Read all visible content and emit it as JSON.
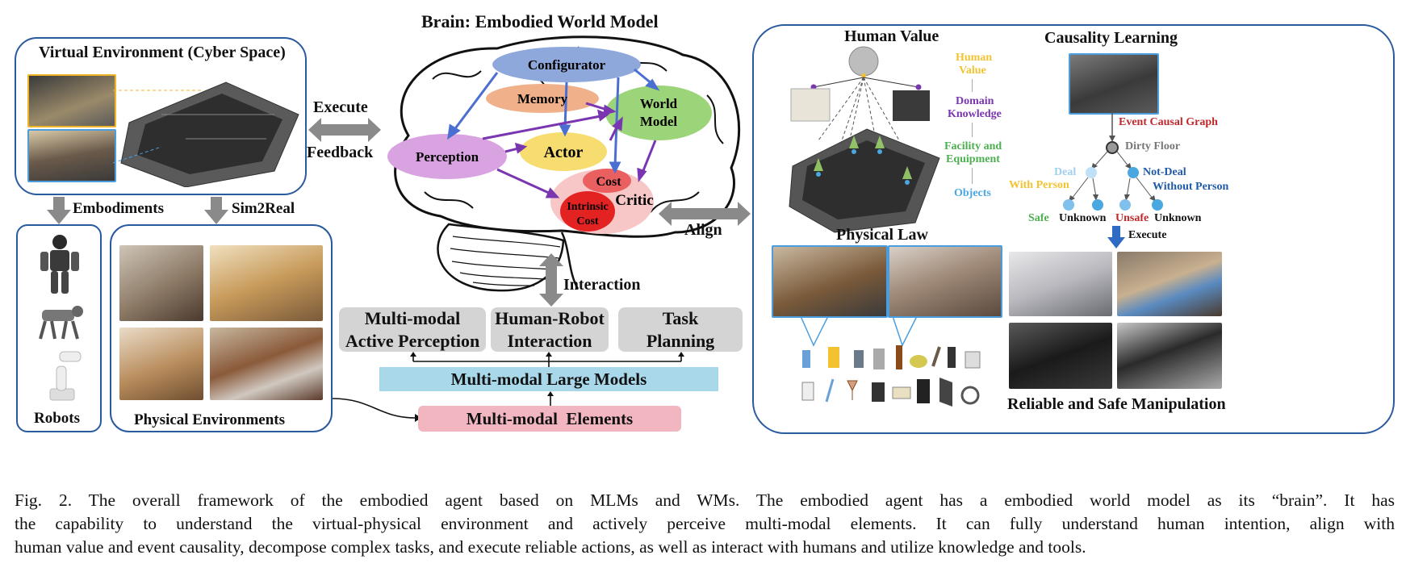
{
  "title": "Brain: Embodied World Model",
  "virtual_env": {
    "title": "Virtual Environment (Cyber Space)"
  },
  "left_arrows": {
    "embodiments": "Embodiments",
    "sim2real": "Sim2Real"
  },
  "robots": {
    "label": "Robots"
  },
  "physical_envs": {
    "label": "Physical Environments"
  },
  "execute_feedback": {
    "execute": "Execute",
    "feedback": "Feedback"
  },
  "brain_nodes": {
    "configurator": "Configurator",
    "memory": "Memory",
    "world_model_1": "World",
    "world_model_2": "Model",
    "perception": "Perception",
    "actor": "Actor",
    "cost": "Cost",
    "critic": "Critic",
    "intrinsic_1": "Intrinsic",
    "intrinsic_2": "Cost"
  },
  "interaction": "Interaction",
  "align": "Align",
  "capabilities": [
    {
      "line1": "Multi-modal",
      "line2": "Active Perception"
    },
    {
      "line1": "Human-Robot",
      "line2": "Interaction"
    },
    {
      "line1": "Task",
      "line2": "Planning"
    }
  ],
  "mlm": "Multi-modal Large Models",
  "elements": "Multi-modal  Elements",
  "human_value": {
    "title": "Human Value",
    "legend": [
      {
        "line1": "Human",
        "line2": "Value",
        "color": "#f2c230"
      },
      {
        "line1": "Domain",
        "line2": "Knowledge",
        "color": "#7a35b0"
      },
      {
        "line1": "Facility and",
        "line2": "Equipment",
        "color": "#4caf50"
      },
      {
        "line1": "Objects",
        "line2": "",
        "color": "#4aa8e0"
      }
    ]
  },
  "physical_law": {
    "title": "Physical Law"
  },
  "causality": {
    "title": "Causality Learning",
    "event_graph": "Event Causal Graph",
    "dirty_floor": "Dirty Floor",
    "deal": "Deal",
    "with_person": "With Person",
    "not_deal": "Not-Deal",
    "without_person": "Without Person",
    "safe": "Safe",
    "unknown1": "Unknown",
    "unsafe": "Unsafe",
    "unknown2": "Unknown",
    "execute": "Execute"
  },
  "manipulation": {
    "title": "Reliable and Safe Manipulation"
  },
  "caption": {
    "line1": "Fig. 2.  The overall framework of the embodied agent based on MLMs and WMs. The embodied agent has a embodied world model as its “brain”. It has",
    "line2": "the capability to understand the virtual-physical environment and actively perceive multi-modal elements. It can fully understand human intention, align with",
    "line3": "human value and event causality, decompose complex tasks, and execute reliable actions, as well as interact with humans and utilize knowledge and tools."
  },
  "colors": {
    "panel_border": "#2a5a9e",
    "configurator": "#8fa8dc",
    "memory": "#f0b08a",
    "world_model": "#9cd47a",
    "perception": "#d9a3e2",
    "actor": "#f7dc6f",
    "critic": "#f7c6c6",
    "cost": "#ea5f5f",
    "intrinsic": "#e32222",
    "mlm": "#a8d8ea",
    "elements": "#f2b6c0",
    "arrow_gray": "#8a8a8a"
  }
}
